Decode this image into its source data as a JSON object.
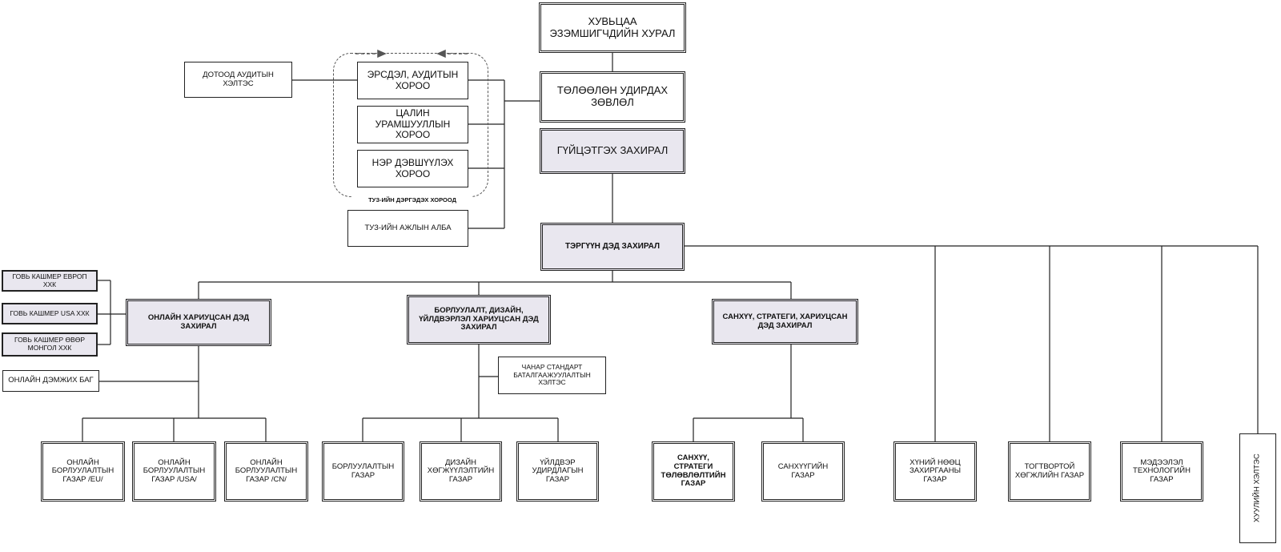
{
  "nodes": {
    "shareholders_meeting": "ХУВЬЦАА ЭЗЭМШИГЧДИЙН ХУРАЛ",
    "board_of_directors": "ТӨЛӨӨЛӨН УДИРДАХ ЗӨВЛӨЛ",
    "ceo": "ГҮЙЦЭТГЭХ ЗАХИРАЛ",
    "internal_audit": "ДОТООД АУДИТЫН ХЭЛТЭС",
    "risk_audit_committee": "ЭРСДЭЛ, АУДИТЫН ХОРОО",
    "remuneration_committee": "ЦАЛИН УРАМШУУЛЛЫН ХОРОО",
    "nomination_committee": "НЭР ДЭВШҮҮЛЭХ ХОРОО",
    "committees_group_label": "ТУЗ-ИЙН ДЭРГЭДЭХ ХОРООД",
    "board_secretariat": "ТУЗ-ИЙН АЖЛЫН АЛБА",
    "first_deputy": "ТЭРГҮҮН ДЭД ЗАХИРАЛ",
    "gobi_europe": "ГОВЬ КАШМЕР ЕВРОП ХХК",
    "gobi_usa": "ГОВЬ КАШМЕР USA ХХК",
    "gobi_inner_mongolia": "ГОВЬ КАШМЕР ӨВӨР МОНГОЛ ХХК",
    "online_deputy": "ОНЛАЙН ХАРИУЦСАН ДЭД ЗАХИРАЛ",
    "online_support": "ОНЛАЙН ДЭМЖИХ БАГ",
    "sales_deputy": "БОРЛУУЛАЛТ, ДИЗАЙН, ҮЙЛДВЭРЛЭЛ ХАРИУЦСАН ДЭД ЗАХИРАЛ",
    "quality_assurance": "ЧАНАР СТАНДАРТ БАТАЛГААЖУУЛАЛТЫН ХЭЛТЭС",
    "finance_deputy": "САНХҮҮ, СТРАТЕГИ, ХАРИУЦСАН ДЭД ЗАХИРАЛ",
    "online_sales_eu": "ОНЛАЙН БОРЛУУЛАЛТЫН ГАЗАР /EU/",
    "online_sales_usa": "ОНЛАЙН БОРЛУУЛАЛТЫН ГАЗАР /USA/",
    "online_sales_cn": "ОНЛАЙН БОРЛУУЛАЛТЫН ГАЗАР /CN/",
    "sales_dept": "БОРЛУУЛАЛТЫН ГАЗАР",
    "design_dept": "ДИЗАЙН ХӨГЖҮҮЛЭЛТИЙН ГАЗАР",
    "production_dept": "ҮЙЛДВЭР УДИРДЛАГЫН ГАЗАР",
    "finance_strategy_dept": "САНХҮҮ, СТРАТЕГИ ТӨЛӨВЛӨЛТИЙН ГАЗАР",
    "finance_dept": "САНХҮҮГИЙН ГАЗАР",
    "hr_dept": "ХҮНИЙ НӨӨЦ ЗАХИРГААНЫ ГАЗАР",
    "sustainability_dept": "ТОГТВОРТОЙ ХӨГЖЛИЙН ГАЗАР",
    "it_dept": "МЭДЭЭЛЭЛ ТЕХНОЛОГИЙН ГАЗАР",
    "legal_dept": "ХУУЛИЙН ХЭЛТЭС"
  }
}
